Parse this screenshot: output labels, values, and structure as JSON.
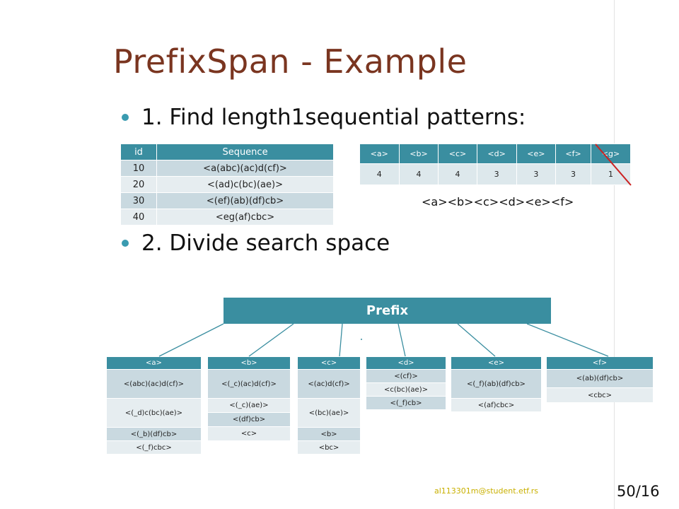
{
  "title": "PrefixSpan - Example",
  "bullets": {
    "step1": "1. Find length1sequential patterns:",
    "step2": "2. Divide search space"
  },
  "sequence_db": {
    "headers": [
      "id",
      "Sequence"
    ],
    "rows": [
      {
        "id": "10",
        "seq": "<a(abc)(ac)d(cf)>"
      },
      {
        "id": "20",
        "seq": "<(ad)c(bc)(ae)>"
      },
      {
        "id": "30",
        "seq": "<(ef)(ab)(df)cb>"
      },
      {
        "id": "40",
        "seq": "<eg(af)cbc>"
      }
    ]
  },
  "item_counts": {
    "items": [
      "<a>",
      "<b>",
      "<c>",
      "<d>",
      "<e>",
      "<f>",
      "<g>"
    ],
    "counts": [
      "4",
      "4",
      "4",
      "3",
      "3",
      "3",
      "1"
    ]
  },
  "frequent_patterns": "<a><b><c><d><e><f>",
  "prefix_label": "Prefix",
  "projections": [
    {
      "prefix": "<a>",
      "rows": [
        "<(abc)(ac)d(cf)>",
        "<(_d)c(bc)(ae)>",
        "<(_b)(df)cb>",
        "<(_f)cbc>"
      ]
    },
    {
      "prefix": "<b>",
      "rows": [
        "<(_c)(ac)d(cf)>",
        "<(_c)(ae)>",
        "<(df)cb>",
        "<c>"
      ]
    },
    {
      "prefix": "<c>",
      "rows": [
        "<(ac)d(cf)>",
        "<(bc)(ae)>",
        "<b>",
        "<bc>"
      ]
    },
    {
      "prefix": "<d>",
      "rows": [
        "<(cf)>",
        "<c(bc)(ae)>",
        "<(_f)cb>"
      ]
    },
    {
      "prefix": "<e>",
      "rows": [
        "<(_f)(ab)(df)cb>",
        "<(af)cbc>"
      ]
    },
    {
      "prefix": "<f>",
      "rows": [
        "<(ab)(df)cb>",
        "<cbc>"
      ]
    }
  ],
  "footer": {
    "email": "al113301m@student.etf.rs",
    "page": "50/16"
  },
  "colors": {
    "title": "#7a3520",
    "accent": "#3a8ea0",
    "strike": "#cc2222"
  }
}
